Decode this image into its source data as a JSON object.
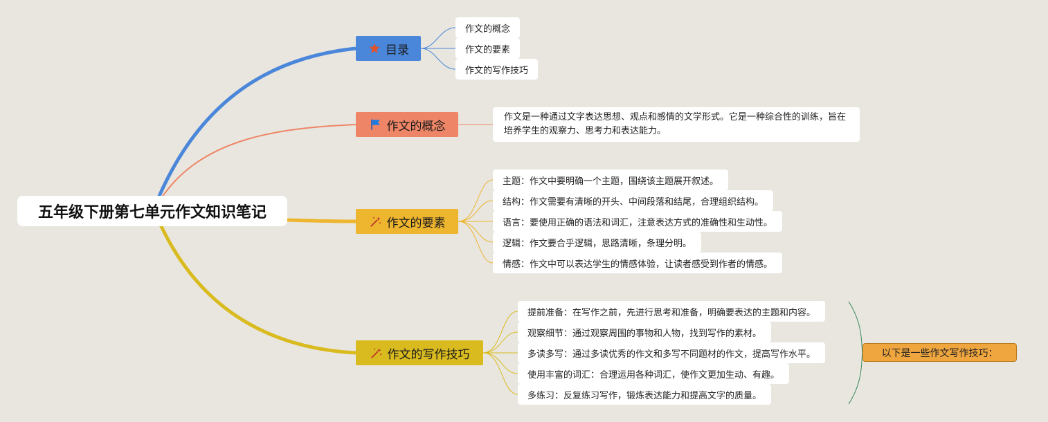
{
  "root": {
    "title": "五年级下册第七单元作文知识笔记"
  },
  "colors": {
    "toc": "#4a86d9",
    "concept": "#ee8566",
    "elements": "#eeb52f",
    "tips": "#d9bb1f",
    "summary": "#f0a63e"
  },
  "branches": {
    "toc": {
      "label": "目录",
      "icon": "star-icon",
      "items": [
        "作文的概念",
        "作文的要素",
        "作文的写作技巧"
      ]
    },
    "concept": {
      "label": "作文的概念",
      "icon": "flag-icon",
      "text": "作文是一种通过文字表达思想、观点和感情的文学形式。它是一种综合性的训练，旨在培养学生的观察力、思考力和表达能力。"
    },
    "elements": {
      "label": "作文的要素",
      "icon": "magic-wand-icon",
      "items": [
        "主题：作文中要明确一个主题，围绕该主题展开叙述。",
        "结构：作文需要有清晰的开头、中间段落和结尾，合理组织结构。",
        "语言：要使用正确的语法和词汇，注意表达方式的准确性和生动性。",
        "逻辑：作文要合乎逻辑，思路清晰，条理分明。",
        "情感：作文中可以表达学生的情感体验，让读者感受到作者的情感。"
      ]
    },
    "tips": {
      "label": "作文的写作技巧",
      "icon": "magic-wand-icon",
      "items": [
        "提前准备：在写作之前，先进行思考和准备，明确要表达的主题和内容。",
        "观察细节：通过观察周围的事物和人物，找到写作的素材。",
        "多读多写：通过多读优秀的作文和多写不同题材的作文，提高写作水平。",
        "使用丰富的词汇：合理运用各种词汇，使作文更加生动、有趣。",
        "多练习：反复练习写作，锻炼表达能力和提高文字的质量。"
      ],
      "summary": "以下是一些作文写作技巧："
    }
  }
}
